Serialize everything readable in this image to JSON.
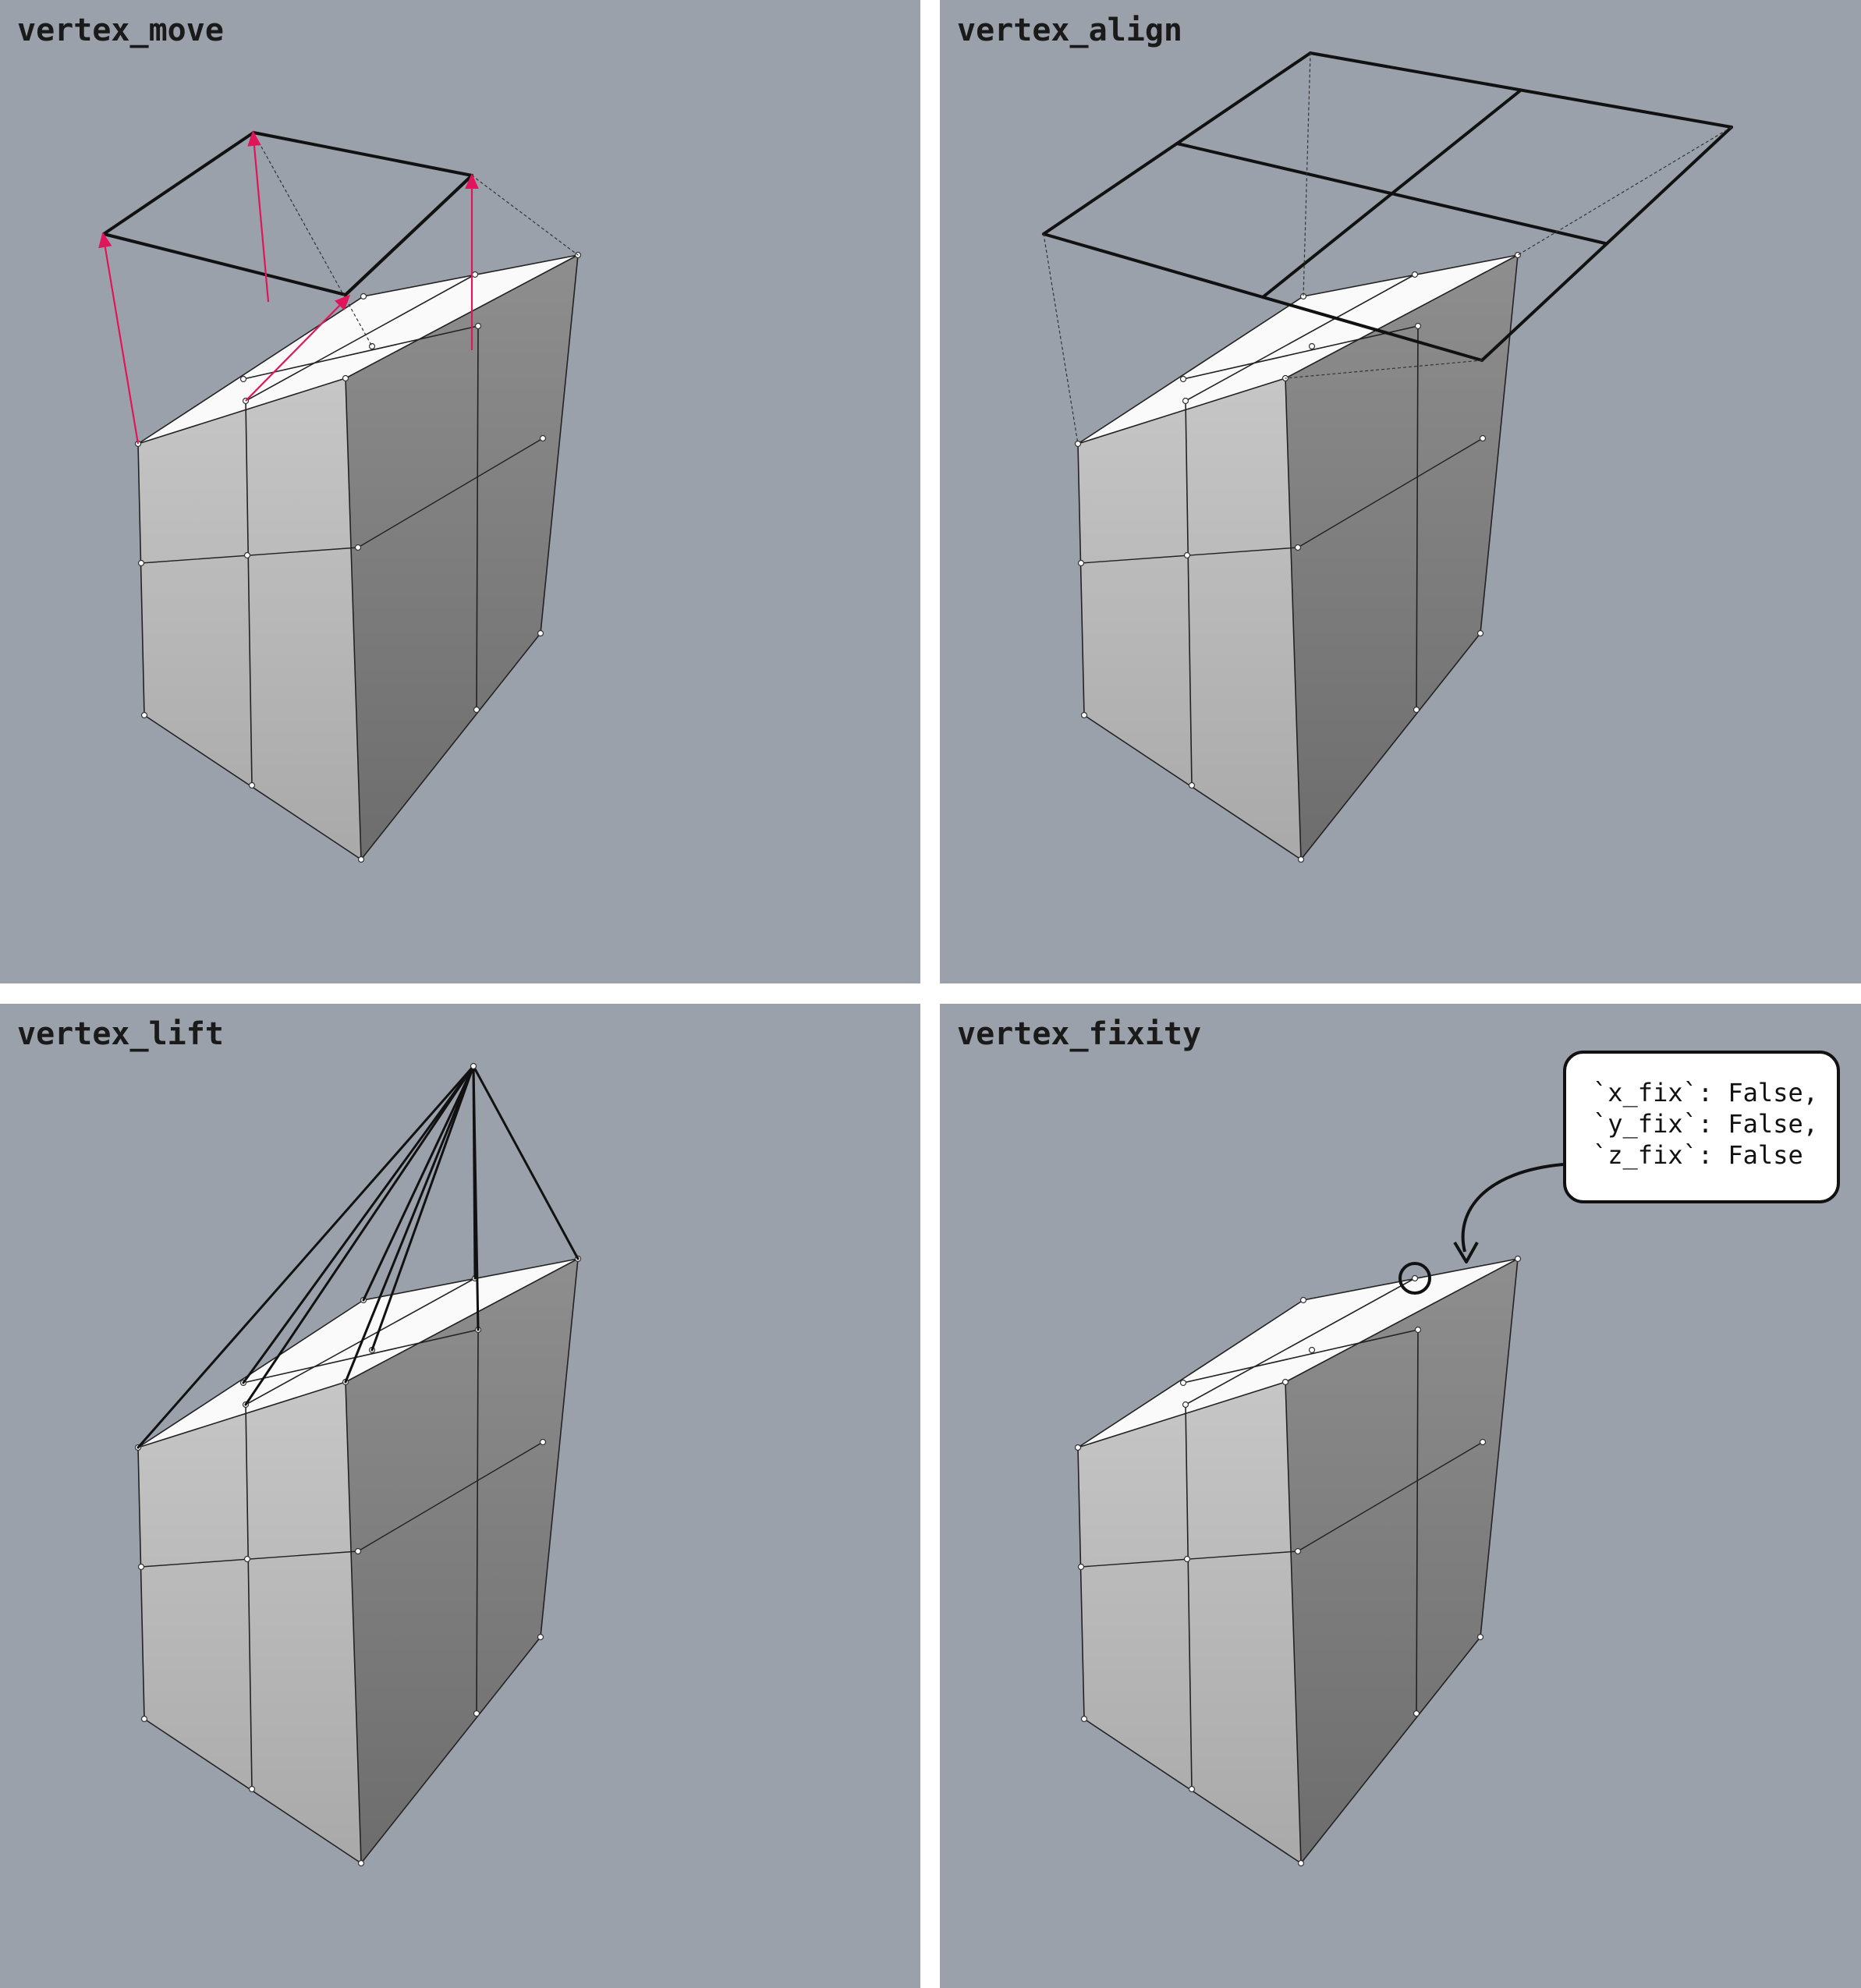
{
  "panels": [
    {
      "id": "move",
      "title": "vertex_move"
    },
    {
      "id": "align",
      "title": "vertex_align"
    },
    {
      "id": "lift",
      "title": "vertex_lift"
    },
    {
      "id": "fixity",
      "title": "vertex_fixity"
    }
  ],
  "fixity_callout": {
    "lines": [
      "`x_fix`: False,",
      "`y_fix`: False,",
      "`z_fix`: False"
    ]
  },
  "colors": {
    "background": "#9aa1aa",
    "top_face": "#fafafa",
    "edge": "#222222",
    "highlight": "#111111",
    "arrow": "#e0155a"
  }
}
